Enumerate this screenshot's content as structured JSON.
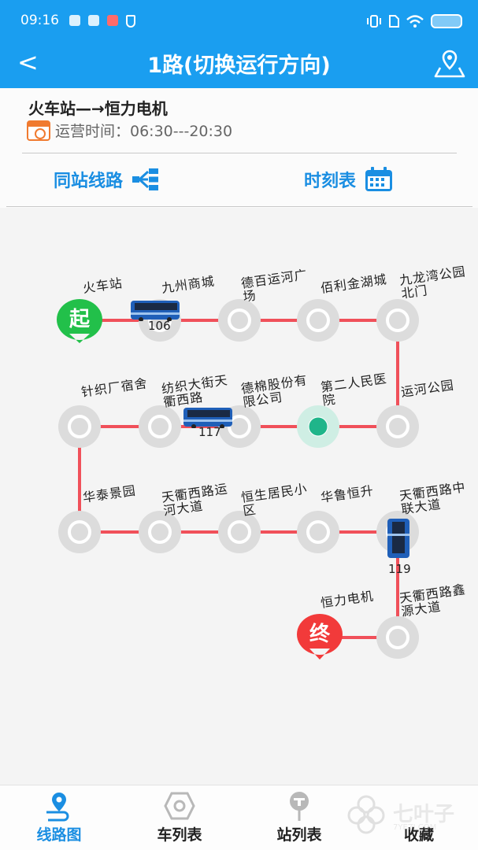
{
  "status_bar": {
    "time": "09:16"
  },
  "app_bar": {
    "title": "1路(切换运行方向)",
    "back_label": "<"
  },
  "route": {
    "name": "火车站—→恒力电机",
    "operating_time": "运营时间：06:30---20:30"
  },
  "actions": {
    "same_station_routes": "同站线路",
    "timetable": "时刻表"
  },
  "map": {
    "line_color": "#f0505a",
    "stops": [
      {
        "label_lines": [
          "火车站"
        ]
      },
      {
        "label_lines": [
          "九州商城"
        ]
      },
      {
        "label_lines": [
          "德百运河广",
          "场"
        ]
      },
      {
        "label_lines": [
          "佰利金湖城"
        ]
      },
      {
        "label_lines": [
          "九龙湾公园",
          "北门"
        ]
      },
      {
        "label_lines": [
          "运河公园"
        ]
      },
      {
        "label_lines": [
          "第二人民医",
          "院"
        ]
      },
      {
        "label_lines": [
          "德棉股份有",
          "限公司"
        ]
      },
      {
        "label_lines": [
          "纺织大街天",
          "衢西路"
        ]
      },
      {
        "label_lines": [
          "针织厂宿舍"
        ]
      },
      {
        "label_lines": [
          "华泰景园"
        ]
      },
      {
        "label_lines": [
          "天衢西路运",
          "河大道"
        ]
      },
      {
        "label_lines": [
          "恒生居民小",
          "区"
        ]
      },
      {
        "label_lines": [
          "华鲁恒升"
        ]
      },
      {
        "label_lines": [
          "天衢西路中",
          "联大道"
        ]
      },
      {
        "label_lines": [
          "天衢西路鑫",
          "源大道"
        ]
      },
      {
        "label_lines": [
          "恒力电机"
        ]
      }
    ],
    "start_marker": "起",
    "end_marker": "终",
    "buses": [
      "106",
      "117",
      "119"
    ]
  },
  "tabs": [
    {
      "label": "线路图",
      "active": true
    },
    {
      "label": "车列表",
      "active": false
    },
    {
      "label": "站列表",
      "active": false
    },
    {
      "label": "收藏",
      "active": false
    }
  ],
  "watermark": {
    "text": "七叶子",
    "sub": "7YEZI.COM"
  }
}
